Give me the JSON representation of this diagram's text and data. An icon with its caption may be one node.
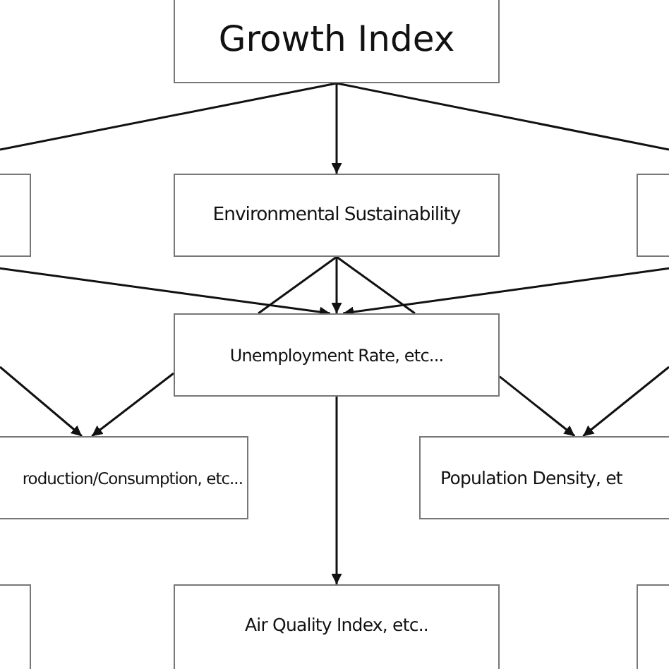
{
  "diagram": {
    "nodes": [
      {
        "text": [
          "Growth Index"
        ]
      },
      {
        "text": [],
        "shape": "box"
      },
      {
        "text": [
          "Environmental Sustainability"
        ]
      },
      {
        "text": [],
        "shape": "box"
      },
      {
        "text": [
          "Unemployment Rate, etc..."
        ]
      },
      {
        "text": [
          "roduction/Consumption, etc..."
        ]
      },
      {
        "text": [
          "Population Density, et"
        ]
      },
      {
        "text": [],
        "shape": "box"
      },
      {
        "text": [
          "Air Quality Index, etc.."
        ]
      },
      {
        "text": [],
        "shape": "box"
      }
    ],
    "edges": [
      {
        "from": 0,
        "to": null,
        "arrow": "none"
      },
      {
        "from": 0,
        "to": 2,
        "arrow": "to"
      },
      {
        "from": 0,
        "to": null,
        "arrow": "none"
      },
      {
        "from": 1,
        "to": 4,
        "arrow": "to"
      },
      {
        "from": 3,
        "to": 4,
        "arrow": "to"
      },
      {
        "from": 2,
        "to": 4,
        "arrow": "none"
      },
      {
        "from": 2,
        "to": 4,
        "arrow": "to"
      },
      {
        "from": 2,
        "to": 4,
        "arrow": "none"
      },
      {
        "from": null,
        "to": 5,
        "arrow": "to"
      },
      {
        "from": 4,
        "to": 5,
        "arrow": "to"
      },
      {
        "from": 4,
        "to": 6,
        "arrow": "to"
      },
      {
        "from": null,
        "to": 6,
        "arrow": "to"
      },
      {
        "from": 4,
        "to": 8,
        "arrow": "to"
      }
    ]
  }
}
